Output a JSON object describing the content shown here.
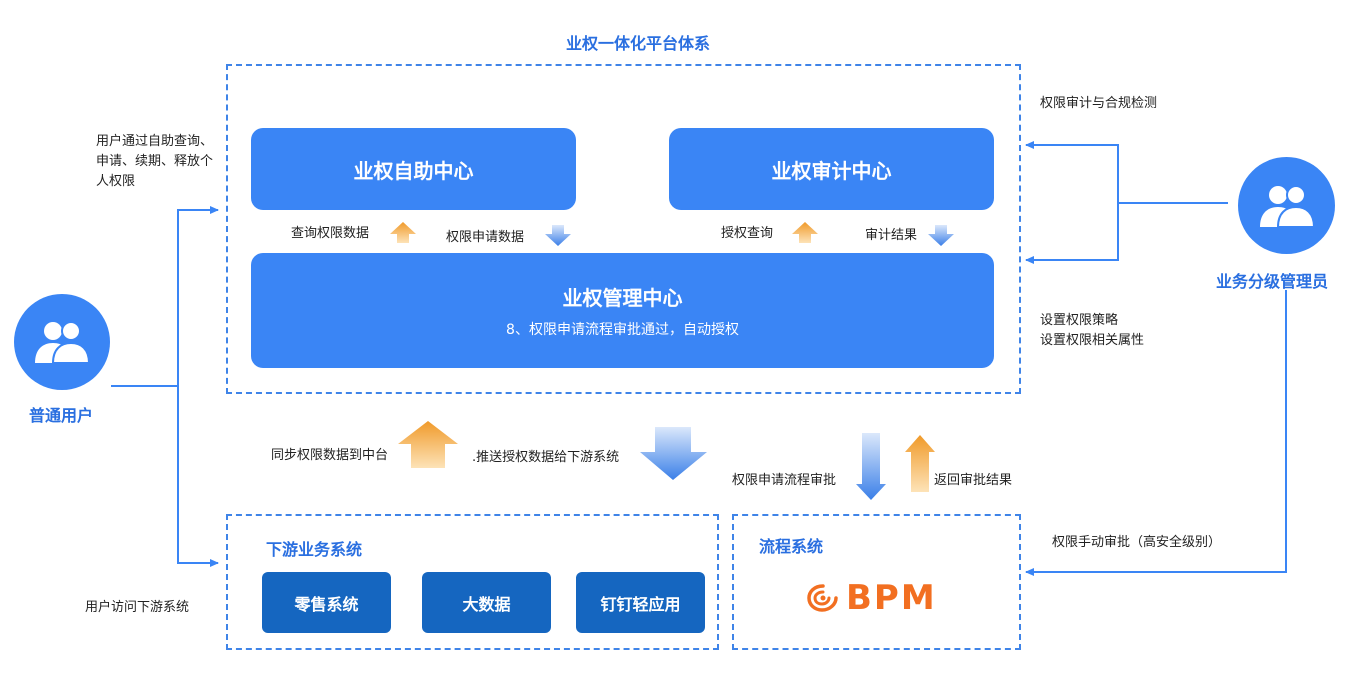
{
  "platform": {
    "title": "业权一体化平台体系"
  },
  "centers": {
    "self_service": "业权自助中心",
    "audit": "业权审计中心",
    "management_title": "业权管理中心",
    "management_sub": "8、权限申请流程审批通过，自动授权"
  },
  "inner_labels": {
    "query_perm": "查询权限数据",
    "apply_perm": "权限申请数据",
    "auth_query": "授权查询",
    "audit_result": "审计结果"
  },
  "middle_labels": {
    "sync": "同步权限数据到中台",
    "push": ".推送授权数据给下游系统",
    "apply_flow": "权限申请流程审批",
    "return_result": "返回审批结果"
  },
  "downstream": {
    "title": "下游业务系统",
    "systems": [
      "零售系统",
      "大数据",
      "钉钉轻应用"
    ]
  },
  "workflow": {
    "title": "流程系统",
    "logo": "BPM"
  },
  "normal_user": {
    "label": "普通用户",
    "note": "用户通过自助查询、申请、续期、释放个人权限",
    "access_note": "用户访问下游系统"
  },
  "admin": {
    "label": "业务分级管理员",
    "audit_note": "权限审计与合规检测",
    "policy_note_1": "设置权限策略",
    "policy_note_2": "设置权限相关属性",
    "manual_note": "权限手动审批（高安全级别）"
  },
  "colors": {
    "primary": "#3a85f5",
    "dark_blue": "#1566c0",
    "orange": "#f0a23a",
    "bpm_orange": "#f26f21"
  }
}
